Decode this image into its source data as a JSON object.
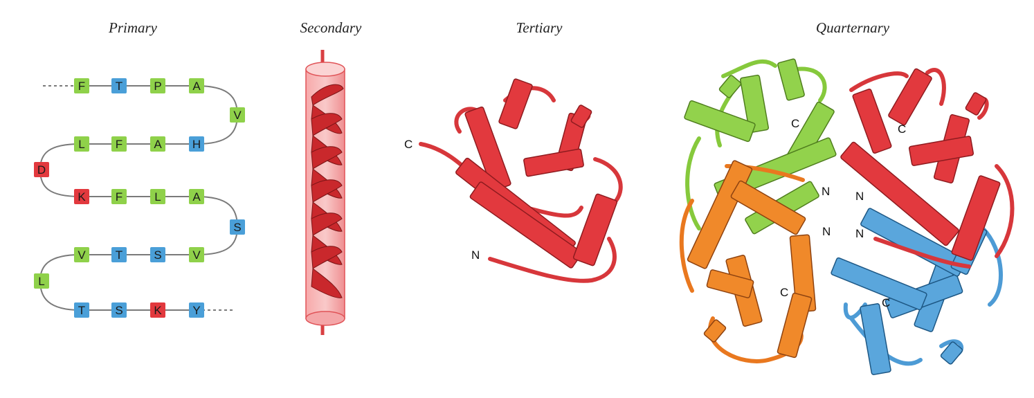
{
  "titles": {
    "primary": "Primary",
    "secondary": "Secondary",
    "tertiary": "Tertiary",
    "quarternary": "Quarternary"
  },
  "colors": {
    "green": "#8fd14a",
    "blue": "#4a9fd8",
    "red": "#e2393e",
    "orange": "#f08a2a",
    "line": "#7a7a7a"
  },
  "primary": {
    "rows": [
      [
        {
          "letter": "F",
          "color": "green"
        },
        {
          "letter": "T",
          "color": "blue"
        },
        {
          "letter": "P",
          "color": "green"
        },
        {
          "letter": "A",
          "color": "green"
        }
      ],
      [
        {
          "letter": "V",
          "color": "green"
        }
      ],
      [
        {
          "letter": "L",
          "color": "green"
        },
        {
          "letter": "F",
          "color": "green"
        },
        {
          "letter": "A",
          "color": "green"
        },
        {
          "letter": "H",
          "color": "blue"
        }
      ],
      [
        {
          "letter": "D",
          "color": "red"
        }
      ],
      [
        {
          "letter": "K",
          "color": "red"
        },
        {
          "letter": "F",
          "color": "green"
        },
        {
          "letter": "L",
          "color": "green"
        },
        {
          "letter": "A",
          "color": "green"
        }
      ],
      [
        {
          "letter": "S",
          "color": "blue"
        }
      ],
      [
        {
          "letter": "V",
          "color": "green"
        },
        {
          "letter": "T",
          "color": "blue"
        },
        {
          "letter": "S",
          "color": "blue"
        },
        {
          "letter": "V",
          "color": "green"
        }
      ],
      [
        {
          "letter": "L",
          "color": "green"
        }
      ],
      [
        {
          "letter": "T",
          "color": "blue"
        },
        {
          "letter": "S",
          "color": "blue"
        },
        {
          "letter": "K",
          "color": "red"
        },
        {
          "letter": "Y",
          "color": "blue"
        }
      ]
    ]
  },
  "tertiary": {
    "c_label": "C",
    "n_label": "N"
  },
  "quarternary": {
    "labels": [
      "C",
      "C",
      "N",
      "N",
      "N",
      "N",
      "C",
      "C"
    ]
  }
}
